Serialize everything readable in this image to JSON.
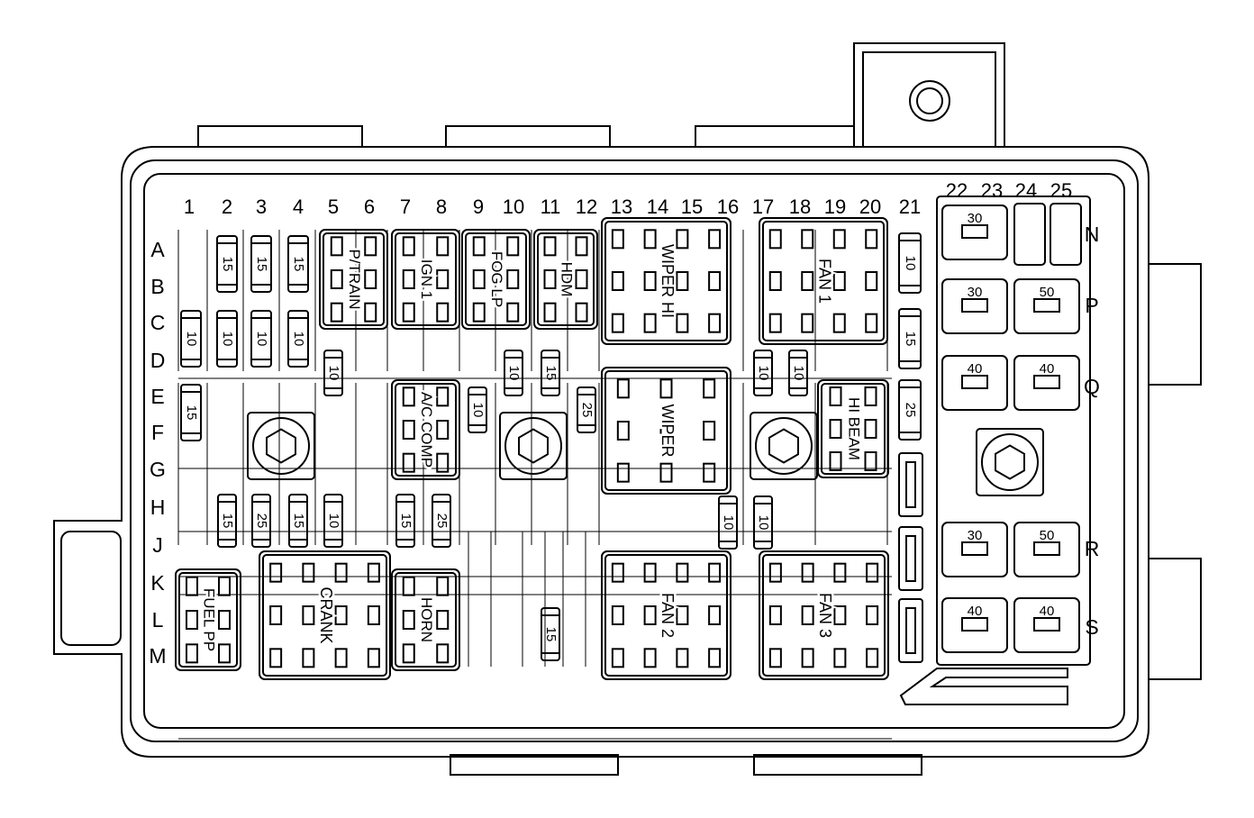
{
  "columns": [
    "1",
    "2",
    "3",
    "4",
    "5",
    "6",
    "7",
    "8",
    "9",
    "10",
    "11",
    "12",
    "13",
    "14",
    "15",
    "16",
    "17",
    "18",
    "19",
    "20",
    "21"
  ],
  "columns_right": [
    "22",
    "23",
    "24",
    "25"
  ],
  "rows": [
    "A",
    "B",
    "C",
    "D",
    "E",
    "F",
    "G",
    "H",
    "J",
    "K",
    "L",
    "M"
  ],
  "rows_right": [
    "N",
    "P",
    "Q",
    "R",
    "S"
  ],
  "relays": {
    "ptrain": "P/TRAIN",
    "ign1": "IGN 1",
    "foglp": "FOG LP",
    "hdm": "HDM",
    "wiperhi": "WIPER HI",
    "fan1": "FAN 1",
    "accomp": "A/C COMP",
    "wiper": "WIPER",
    "hibeam": "HI BEAM",
    "fuelpp": "FUEL PP",
    "crank": "CRANK",
    "horn": "HORN",
    "fan2": "FAN 2",
    "fan3": "FAN 3"
  },
  "mini_fuses": {
    "top_row": [
      "15",
      "15",
      "15"
    ],
    "c_row": [
      "10",
      "10",
      "10",
      "10"
    ],
    "d_row": [
      "10",
      "10",
      "15",
      "10",
      "10"
    ],
    "e_col1": "15",
    "mid_col": [
      "10",
      "25"
    ],
    "h_row": [
      "15",
      "25",
      "15",
      "10",
      "15",
      "25"
    ],
    "j_row": [
      "10",
      "10"
    ],
    "m_row": "15",
    "col21": [
      "10",
      "15",
      "25"
    ]
  },
  "maxi_fuses": {
    "n": [
      "30"
    ],
    "p": [
      "30",
      "50"
    ],
    "q": [
      "40",
      "40"
    ],
    "r": [
      "30",
      "50"
    ],
    "s": [
      "40",
      "40"
    ]
  },
  "colors": {
    "line": "#000000",
    "background": "#ffffff"
  }
}
